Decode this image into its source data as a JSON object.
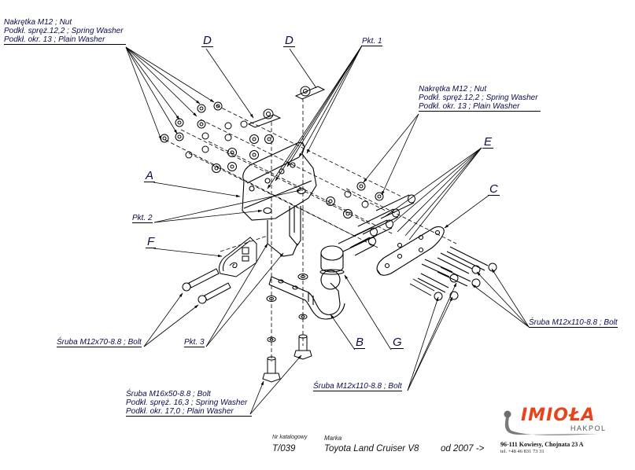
{
  "drawing": {
    "title": "Tow bar exploded assembly drawing",
    "parts": {
      "A": "A",
      "B": "B",
      "C": "C",
      "D_left": "D",
      "D_right": "D",
      "E": "E",
      "F": "F",
      "G": "G"
    },
    "points": {
      "pkt1": "Pkt. 1",
      "pkt2": "Pkt. 2",
      "pkt3": "Pkt. 3"
    },
    "callouts": {
      "top_left": [
        "Nakrętka  M12 ; Nut",
        "Podkł. spręż.12,2 ; Spring Washer",
        "Podkł. okr. 13 ; Plain Washer"
      ],
      "top_right": [
        "Nakrętka  M12 ; Nut",
        "Podkł. spręż.12,2 ; Spring Washer",
        "Podkł. okr. 13 ; Plain Washer"
      ],
      "bottom_left": [
        "Śruba M16x50-8.8 ;  Bolt",
        "Podkł. spręż. 16,3 ; Spring Washer",
        "Podkł. okr. 17,0 ; Plain Washer"
      ],
      "bolt_m12x70": "Śruba M12x70-8.8 ;  Bolt",
      "bolt_m12x110_right": "Śruba M12x110-8.8 ;  Bolt",
      "bolt_m12x110_bottom": "Śruba M12x110-8.8 ;  Bolt"
    }
  },
  "title_block": {
    "catalog_label": "Nr katalogowy",
    "catalog_value": "T/039",
    "make_label": "Marka",
    "make_value": "Toyota Land Cruiser V8",
    "year_value": "od 2007 ->"
  },
  "company": {
    "brand": "IMIOŁA",
    "sub_brand": "HAKPOL",
    "address": "96-111 Kowiesy, Chojnata 23 A",
    "phone": "tel. +48 46 831 73 31",
    "brand_color": "#e8431b",
    "hook_color": "#6e6e6e"
  }
}
